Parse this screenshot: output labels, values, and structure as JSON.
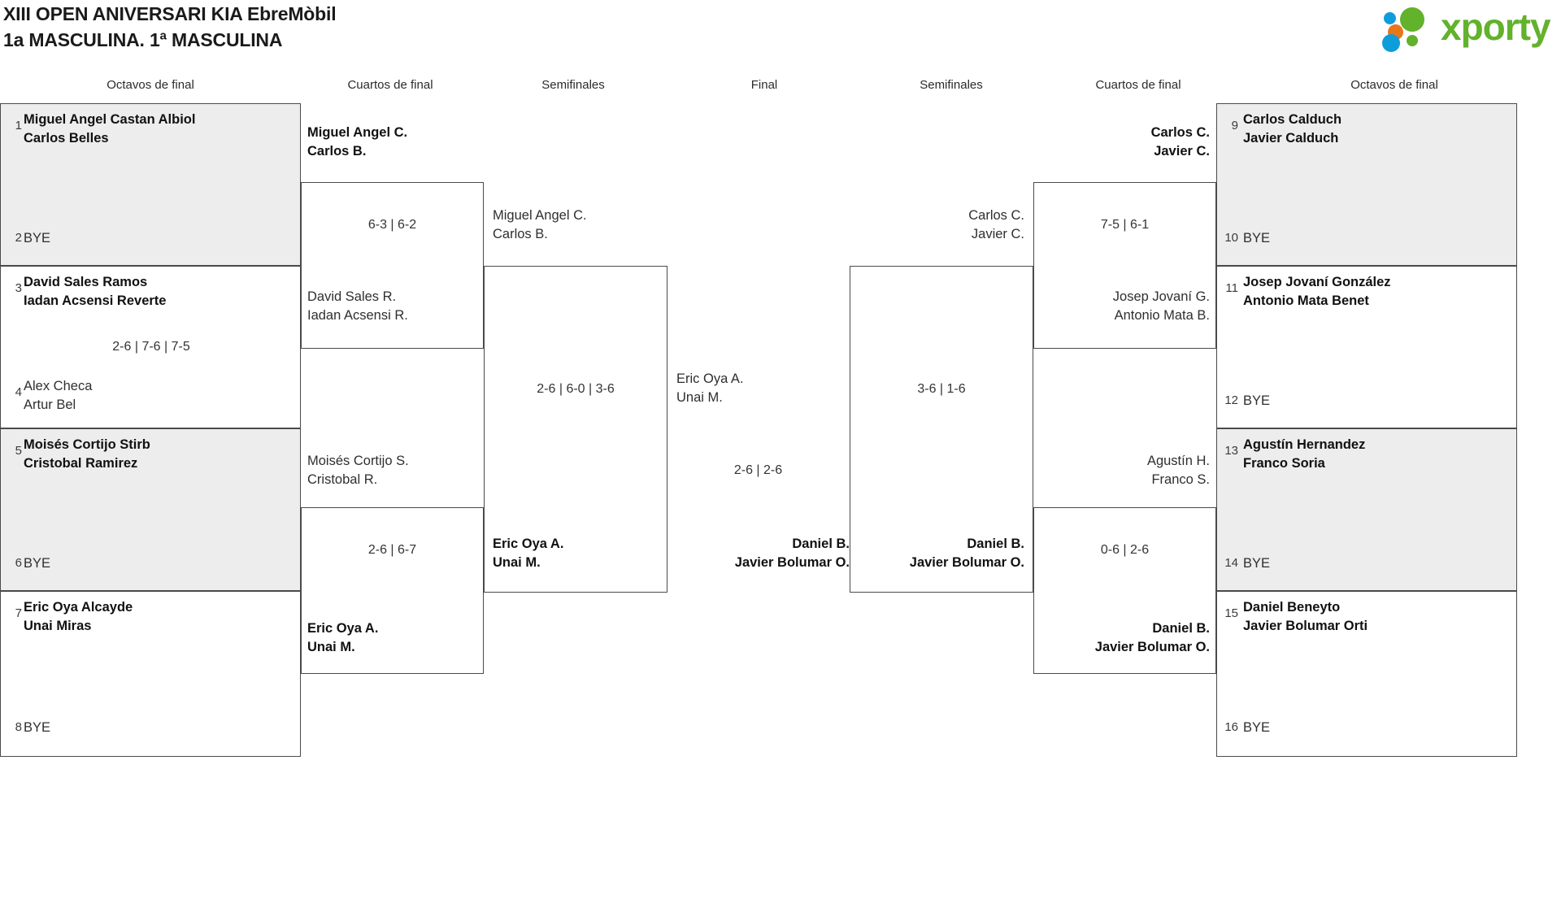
{
  "header": {
    "title_line1": "XIII OPEN ANIVERSARI KIA EbreMòbil",
    "title_line2": "1a MASCULINA. 1ª MASCULINA",
    "logo_text": "xporty",
    "logo_colors": {
      "green": "#62b22c",
      "blue": "#0d9ddb",
      "orange": "#e8761a"
    }
  },
  "round_headers": {
    "left_r16": "Octavos de final",
    "left_qf": "Cuartos de final",
    "left_sf": "Semifinales",
    "final": "Final",
    "right_sf": "Semifinales",
    "right_qf": "Cuartos de final",
    "right_r16": "Octavos de final"
  },
  "labels": {
    "bye": "BYE"
  },
  "left_r16": [
    {
      "seed_top": "1",
      "top_line1": "Miguel Angel Castan Albiol",
      "top_line2": "Carlos Belles",
      "top_winner": true,
      "seed_bottom": "2",
      "bottom_line1": "BYE",
      "bottom_line2": "",
      "bottom_winner": false,
      "score": "",
      "shaded": true
    },
    {
      "seed_top": "3",
      "top_line1": "David Sales Ramos",
      "top_line2": "Iadan Acsensi Reverte",
      "top_winner": true,
      "seed_bottom": "4",
      "bottom_line1": "Alex Checa",
      "bottom_line2": "Artur Bel",
      "bottom_winner": false,
      "score": "2-6 | 7-6 | 7-5",
      "shaded": false
    },
    {
      "seed_top": "5",
      "top_line1": "Moisés Cortijo Stirb",
      "top_line2": "Cristobal Ramirez",
      "top_winner": true,
      "seed_bottom": "6",
      "bottom_line1": "BYE",
      "bottom_line2": "",
      "bottom_winner": false,
      "score": "",
      "shaded": true
    },
    {
      "seed_top": "7",
      "top_line1": "Eric Oya Alcayde",
      "top_line2": "Unai Miras",
      "top_winner": true,
      "seed_bottom": "8",
      "bottom_line1": "BYE",
      "bottom_line2": "",
      "bottom_winner": false,
      "score": "",
      "shaded": false
    }
  ],
  "left_qf": [
    {
      "top_line1": "Miguel Angel C.",
      "top_line2": "Carlos B.",
      "top_winner": true,
      "bottom_line1": "David Sales R.",
      "bottom_line2": "Iadan Acsensi R.",
      "bottom_winner": false,
      "score": "6-3 | 6-2"
    },
    {
      "top_line1": "Moisés Cortijo S.",
      "top_line2": "Cristobal R.",
      "top_winner": false,
      "bottom_line1": "Eric Oya A.",
      "bottom_line2": "Unai M.",
      "bottom_winner": true,
      "score": "2-6 | 6-7"
    }
  ],
  "left_sf": [
    {
      "top_line1": "Miguel Angel C.",
      "top_line2": "Carlos B.",
      "top_winner": false,
      "bottom_line1": "Eric Oya A.",
      "bottom_line2": "Unai M.",
      "bottom_winner": true,
      "score": "2-6 | 6-0 | 3-6"
    }
  ],
  "final": {
    "top_line1": "Eric Oya A.",
    "top_line2": "Unai M.",
    "top_winner": false,
    "bottom_line1": "Daniel B.",
    "bottom_line2": "Javier Bolumar O.",
    "bottom_winner": true,
    "score": "2-6 | 2-6"
  },
  "right_sf": [
    {
      "top_line1": "Carlos C.",
      "top_line2": "Javier C.",
      "top_winner": false,
      "bottom_line1": "Daniel B.",
      "bottom_line2": "Javier Bolumar O.",
      "bottom_winner": true,
      "score": "3-6 | 1-6"
    }
  ],
  "right_qf": [
    {
      "top_line1": "Carlos C.",
      "top_line2": "Javier C.",
      "top_winner": true,
      "bottom_line1": "Josep Jovaní G.",
      "bottom_line2": "Antonio Mata B.",
      "bottom_winner": false,
      "score": "7-5 | 6-1"
    },
    {
      "top_line1": "Agustín H.",
      "top_line2": "Franco S.",
      "top_winner": false,
      "bottom_line1": "Daniel B.",
      "bottom_line2": "Javier Bolumar O.",
      "bottom_winner": true,
      "score": "0-6 | 2-6"
    }
  ],
  "right_r16": [
    {
      "seed_top": "9",
      "top_line1": "Carlos Calduch",
      "top_line2": "Javier Calduch",
      "top_winner": true,
      "seed_bottom": "10",
      "bottom_line1": "BYE",
      "bottom_line2": "",
      "bottom_winner": false,
      "score": "",
      "shaded": true
    },
    {
      "seed_top": "11",
      "top_line1": "Josep Jovaní González",
      "top_line2": "Antonio Mata Benet",
      "top_winner": true,
      "seed_bottom": "12",
      "bottom_line1": "BYE",
      "bottom_line2": "",
      "bottom_winner": false,
      "score": "",
      "shaded": false
    },
    {
      "seed_top": "13",
      "top_line1": "Agustín Hernandez",
      "top_line2": "Franco Soria",
      "top_winner": true,
      "seed_bottom": "14",
      "bottom_line1": "BYE",
      "bottom_line2": "",
      "bottom_winner": false,
      "score": "",
      "shaded": true
    },
    {
      "seed_top": "15",
      "top_line1": "Daniel Beneyto",
      "top_line2": "Javier Bolumar Orti",
      "top_winner": true,
      "seed_bottom": "16",
      "bottom_line1": "BYE",
      "bottom_line2": "",
      "bottom_winner": false,
      "score": "",
      "shaded": false
    }
  ]
}
